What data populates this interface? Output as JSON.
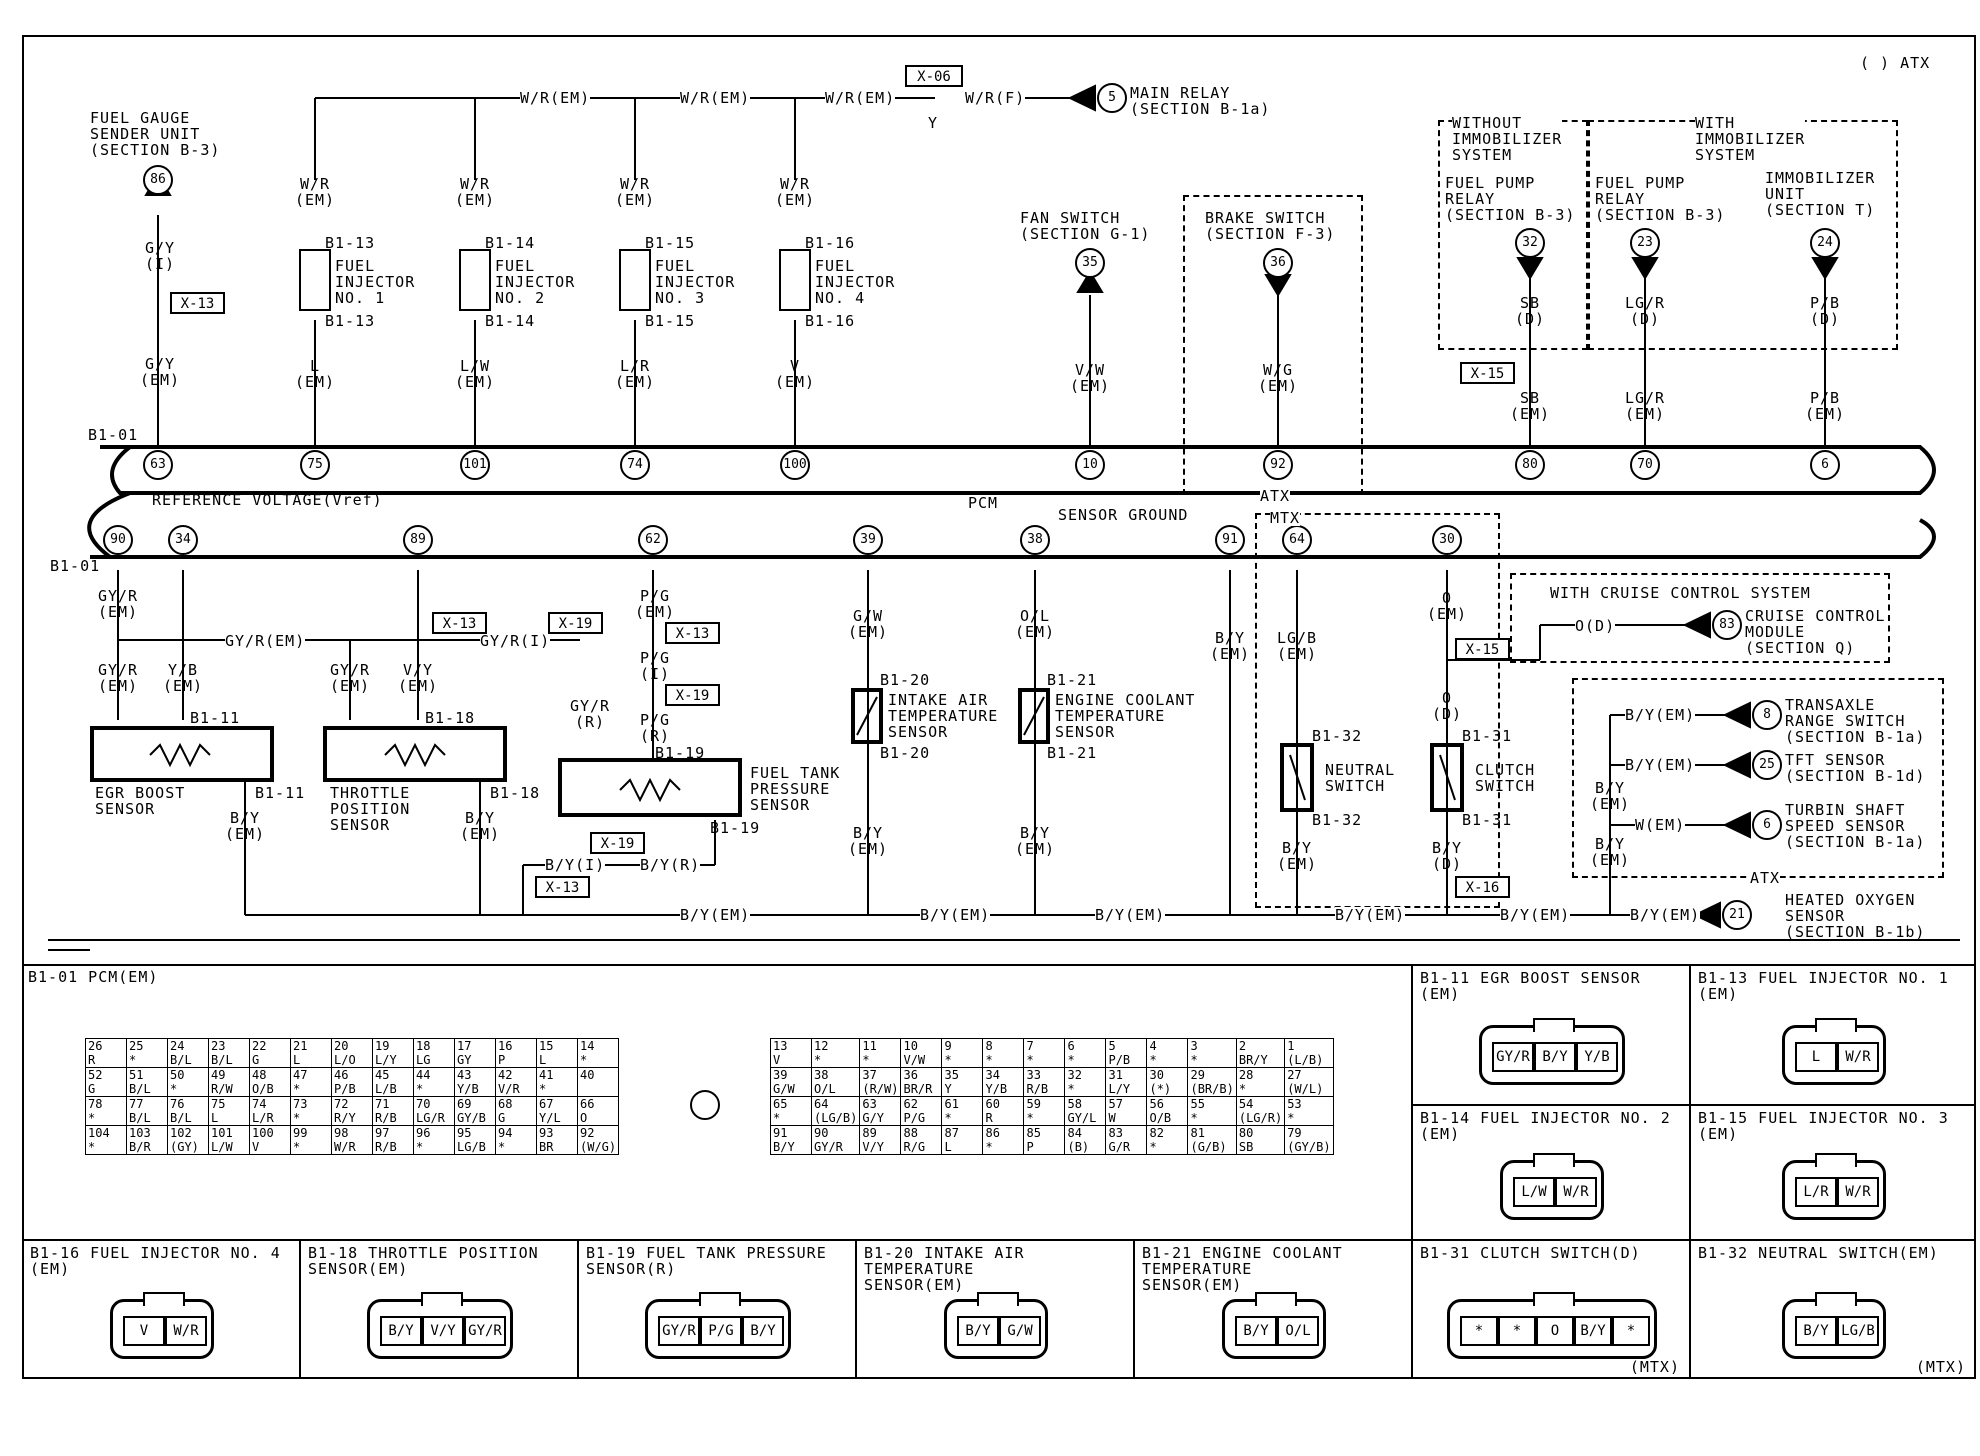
{
  "header": {
    "atx_note": "( ) ATX"
  },
  "ecu": {
    "label": "PCM",
    "connector": "B1-01",
    "connector_lower": "B1-01"
  },
  "top_pins": [
    "63",
    "75",
    "101",
    "74",
    "100",
    "10",
    "92",
    "80",
    "70",
    "6"
  ],
  "bottom_pins": [
    "90",
    "34",
    "89",
    "62",
    "39",
    "38",
    "91",
    "64",
    "30"
  ],
  "wires": {
    "wr_em": "W/R(EM)",
    "wr_f": "W/R(F)",
    "wr": "W/R",
    "em": "(EM)",
    "y": "Y",
    "gyr_em": "GY/R(EM)",
    "gyr_i": "GY/R(I)",
    "by_em": "B/Y(EM)",
    "by_i": "B/Y(I)",
    "by_r": "B/Y(R)",
    "o_d": "O(D)",
    "w_em": "W(EM)"
  },
  "relay": {
    "pin": "5",
    "label": "MAIN RELAY\n(SECTION B-1a)",
    "connector": "X-06"
  },
  "fuel_gauge": {
    "label": "FUEL GAUGE\nSENDER UNIT\n(SECTION B-3)",
    "pin": "86",
    "wire1": "G/Y\n(I)",
    "conn": "X-13",
    "wire2": "G/Y\n(EM)"
  },
  "injectors": [
    {
      "conn": "B1-13",
      "label": "FUEL\nINJECTOR\nNO. 1",
      "wire": "L\n(EM)"
    },
    {
      "conn": "B1-14",
      "label": "FUEL\nINJECTOR\nNO. 2",
      "wire": "L/W\n(EM)"
    },
    {
      "conn": "B1-15",
      "label": "FUEL\nINJECTOR\nNO. 3",
      "wire": "L/R\n(EM)"
    },
    {
      "conn": "B1-16",
      "label": "FUEL\nINJECTOR\nNO. 4",
      "wire": "V\n(EM)"
    }
  ],
  "fan_switch": {
    "label": "FAN SWITCH\n(SECTION G-1)",
    "pin": "35",
    "wire": "V/W\n(EM)"
  },
  "brake_switch": {
    "label": "BRAKE SWITCH\n(SECTION F-3)",
    "pin": "36",
    "wire": "W/G\n(EM)",
    "note": "ATX"
  },
  "immobilizer": {
    "without": "WITHOUT\nIMMOBILIZER\nSYSTEM",
    "with": "WITH\nIMMOBILIZER\nSYSTEM",
    "items": [
      {
        "label": "FUEL PUMP\nRELAY\n(SECTION B-3)",
        "pin": "32",
        "wire": "SB\n(D)",
        "wire2": "SB\n(EM)"
      },
      {
        "label": "FUEL PUMP\nRELAY\n(SECTION B-3)",
        "pin": "23",
        "wire": "LG/R\n(D)",
        "wire2": "LG/R\n(EM)"
      },
      {
        "label": "IMMOBILIZER\nUNIT\n(SECTION T)",
        "pin": "24",
        "wire": "P/B\n(D)",
        "wire2": "P/B\n(EM)"
      }
    ],
    "conn": "X-15"
  },
  "ref_voltage": "REFERENCE VOLTAGE(Vref)",
  "sensor_ground": "SENSOR GROUND",
  "egr": {
    "label": "EGR BOOST\nSENSOR",
    "conn": "B1-11",
    "w1": "GY/R\n(EM)",
    "w2": "Y/B\n(EM)",
    "w3": "B/Y\n(EM)"
  },
  "tps": {
    "label": "THROTTLE\nPOSITION\nSENSOR",
    "conn": "B1-18",
    "w1": "GY/R\n(EM)",
    "w2": "V/Y\n(EM)",
    "w3": "B/Y\n(EM)"
  },
  "ftps": {
    "label": "FUEL TANK\nPRESSURE\nSENSOR",
    "conn": "B1-19",
    "w1": "GY/R\n(R)",
    "w2": "P/G\n(R)",
    "w_em": "P/G\n(EM)",
    "w_i": "P/G\n(I)"
  },
  "iat": {
    "label": "INTAKE AIR\nTEMPERATURE\nSENSOR",
    "conn": "B1-20",
    "w1": "G/W\n(EM)",
    "w2": "B/Y\n(EM)"
  },
  "ect": {
    "label": "ENGINE COOLANT\nTEMPERATURE\nSENSOR",
    "conn": "B1-21",
    "w1": "O/L\n(EM)",
    "w2": "B/Y\n(EM)"
  },
  "gy_em_side": "GY/R\n(EM)",
  "by_side": "B/Y\n(EM)",
  "mtx": {
    "label": "MTX",
    "neutral": "NEUTRAL\nSWITCH",
    "clutch": "CLUTCH\nSWITCH",
    "nconn": "B1-32",
    "cconn": "B1-31",
    "nw1": "LG/B\n(EM)",
    "nw2": "B/Y\n(EM)",
    "cw1": "O\n(EM)",
    "cw_d": "O\n(D)",
    "cw2": "B/Y\n(D)",
    "x15": "X-15",
    "x16": "X-16"
  },
  "cruise": {
    "title": "WITH CRUISE CONTROL SYSTEM",
    "pin": "83",
    "label": "CRUISE CONTROL\nMODULE\n(SECTION Q)"
  },
  "atx_group": {
    "note": "ATX",
    "items": [
      {
        "pin": "8",
        "label": "TRANSAXLE\nRANGE SWITCH\n(SECTION B-1a)"
      },
      {
        "pin": "25",
        "label": "TFT SENSOR\n(SECTION B-1d)"
      },
      {
        "pin": "6",
        "label": "TURBIN SHAFT\nSPEED SENSOR\n(SECTION B-1a)"
      }
    ],
    "by_em_1": "B/Y\n(EM)",
    "by_em_2": "B/Y\n(EM)"
  },
  "heated_o2": {
    "pin": "21",
    "label": "HEATED OXYGEN\nSENSOR\n(SECTION B-1b)"
  },
  "x13": "X-13",
  "x19": "X-19",
  "connectors_panel": {
    "pcm_title": "B1-01 PCM(EM)",
    "pcm_left_rows": [
      [
        "26\nR",
        "25\n*",
        "24\nB/L",
        "23\nB/L",
        "22\nG",
        "21\nL",
        "20\nL/O",
        "19\nL/Y",
        "18\nLG",
        "17\nGY",
        "16\nP",
        "15\nL",
        "14\n*"
      ],
      [
        "52\nG",
        "51\nB/L",
        "50\n*",
        "49\nR/W",
        "48\nO/B",
        "47\n*",
        "46\nP/B",
        "45\nL/B",
        "44\n*",
        "43\nY/B",
        "42\nV/R",
        "41\n*",
        "40\n"
      ],
      [
        "78\n*",
        "77\nB/L",
        "76\nB/L",
        "75\nL",
        "74\nL/R",
        "73\n*",
        "72\nR/Y",
        "71\nR/B",
        "70\nLG/R",
        "69\nGY/B",
        "68\nG",
        "67\nY/L",
        "66\nO"
      ],
      [
        "104\n*",
        "103\nB/R",
        "102\n(GY)",
        "101\nL/W",
        "100\nV",
        "99\n*",
        "98\nW/R",
        "97\nR/B",
        "96\n*",
        "95\nLG/B",
        "94\n*",
        "93\nBR",
        "92\n(W/G)"
      ]
    ],
    "pcm_right_rows": [
      [
        "13\nV",
        "12\n*",
        "11\n*",
        "10\nV/W",
        "9\n*",
        "8\n*",
        "7\n*",
        "6\n*",
        "5\nP/B",
        "4\n*",
        "3\n*",
        "2\nBR/Y",
        "1\n(L/B)"
      ],
      [
        "39\nG/W",
        "38\nO/L",
        "37\n(R/W)",
        "36\nBR/R",
        "35\nY",
        "34\nY/B",
        "33\nR/B",
        "32\n*",
        "31\nL/Y",
        "30\n(*)",
        "29\n(BR/B)",
        "28\n*",
        "27\n(W/L)"
      ],
      [
        "65\n*",
        "64\n(LG/B)",
        "63\nG/Y",
        "62\nP/G",
        "61\n*",
        "60\nR",
        "59\n*",
        "58\nGY/L",
        "57\nW",
        "56\nO/B",
        "55\n*",
        "54\n(LG/R)",
        "53\n*"
      ],
      [
        "91\nB/Y",
        "90\nGY/R",
        "89\nV/Y",
        "88\nR/G",
        "87\nL",
        "86\n*",
        "85\nP",
        "84\n(B)",
        "83\nG/R",
        "82\n*",
        "81\n(G/B)",
        "80\nSB",
        "79\n(GY/B)"
      ]
    ],
    "boxes": [
      {
        "title": "B1-11 EGR BOOST SENSOR\n(EM)",
        "cells": [
          "GY/R",
          "B/Y",
          "Y/B"
        ],
        "note": ""
      },
      {
        "title": "B1-13 FUEL INJECTOR NO. 1\n(EM)",
        "cells": [
          "L",
          "W/R"
        ],
        "note": ""
      },
      {
        "title": "B1-14 FUEL INJECTOR NO. 2\n(EM)",
        "cells": [
          "L/W",
          "W/R"
        ],
        "note": ""
      },
      {
        "title": "B1-15 FUEL INJECTOR NO. 3\n(EM)",
        "cells": [
          "L/R",
          "W/R"
        ],
        "note": ""
      },
      {
        "title": "B1-16 FUEL INJECTOR NO. 4\n(EM)",
        "cells": [
          "V",
          "W/R"
        ],
        "note": ""
      },
      {
        "title": "B1-18 THROTTLE POSITION\nSENSOR(EM)",
        "cells": [
          "B/Y",
          "V/Y",
          "GY/R"
        ],
        "note": ""
      },
      {
        "title": "B1-19 FUEL TANK PRESSURE\nSENSOR(R)",
        "cells": [
          "GY/R",
          "P/G",
          "B/Y"
        ],
        "note": ""
      },
      {
        "title": "B1-20 INTAKE AIR\nTEMPERATURE\nSENSOR(EM)",
        "cells": [
          "B/Y",
          "G/W"
        ],
        "note": ""
      },
      {
        "title": "B1-21 ENGINE COOLANT\nTEMPERATURE\nSENSOR(EM)",
        "cells": [
          "B/Y",
          "O/L"
        ],
        "note": ""
      },
      {
        "title": "B1-31 CLUTCH SWITCH(D)",
        "cells": [
          "*",
          "*",
          "O",
          "B/Y",
          "*"
        ],
        "note": "(MTX)"
      },
      {
        "title": "B1-32 NEUTRAL SWITCH(EM)",
        "cells": [
          "B/Y",
          "LG/B"
        ],
        "note": "(MTX)"
      }
    ]
  }
}
